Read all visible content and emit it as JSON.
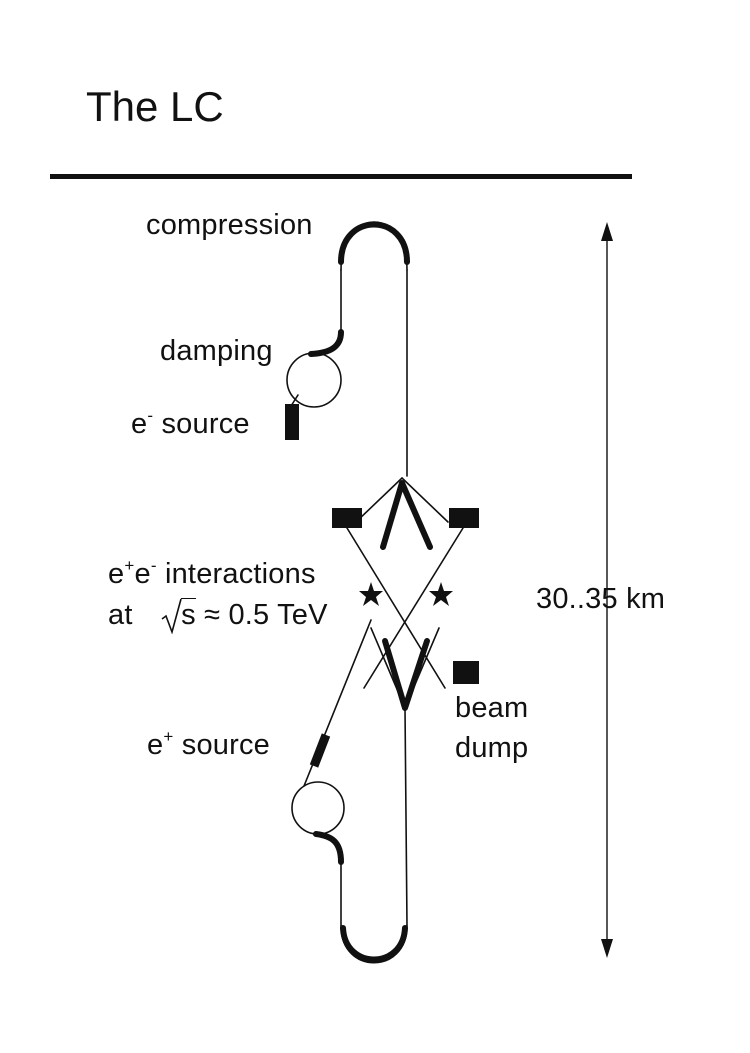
{
  "title": "The LC",
  "labels": {
    "compression": "compression",
    "damping": "damping",
    "e_minus_base": "e",
    "e_minus_sup": "-",
    "e_minus_rest": " source",
    "interactions_e1": "e",
    "interactions_sup1": "+",
    "interactions_e2": "e",
    "interactions_sup2": "-",
    "interactions_rest": " interactions",
    "at": "at",
    "sqrt_s": "s",
    "approx_energy": " ≈ 0.5 TeV",
    "e_plus_base": "e",
    "e_plus_sup": "+",
    "e_plus_rest": " source",
    "beam": "beam",
    "dump": "dump",
    "length": "30..35 km"
  }
}
